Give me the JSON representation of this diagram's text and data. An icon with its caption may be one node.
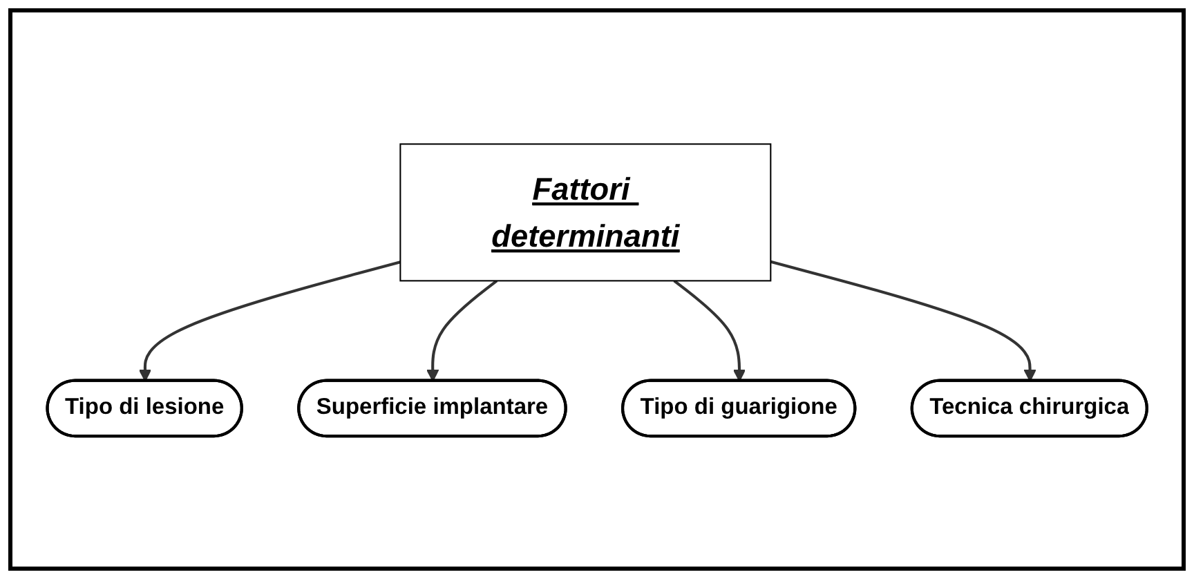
{
  "diagram": {
    "nodes": [
      {
        "text": [
          "Fattori determinanti"
        ]
      },
      {
        "text": [
          "Tipo di lesione"
        ]
      },
      {
        "text": [
          "Superficie implantare"
        ]
      },
      {
        "text": [
          "Tipo di guarigione"
        ]
      },
      {
        "text": [
          "Tecnica chirurgica"
        ]
      }
    ],
    "edges": [
      {
        "from": 0,
        "to": 1,
        "arrow": "to"
      },
      {
        "from": 0,
        "to": 2,
        "arrow": "to"
      },
      {
        "from": 0,
        "to": 3,
        "arrow": "to"
      },
      {
        "from": 0,
        "to": 4,
        "arrow": "to"
      }
    ]
  }
}
